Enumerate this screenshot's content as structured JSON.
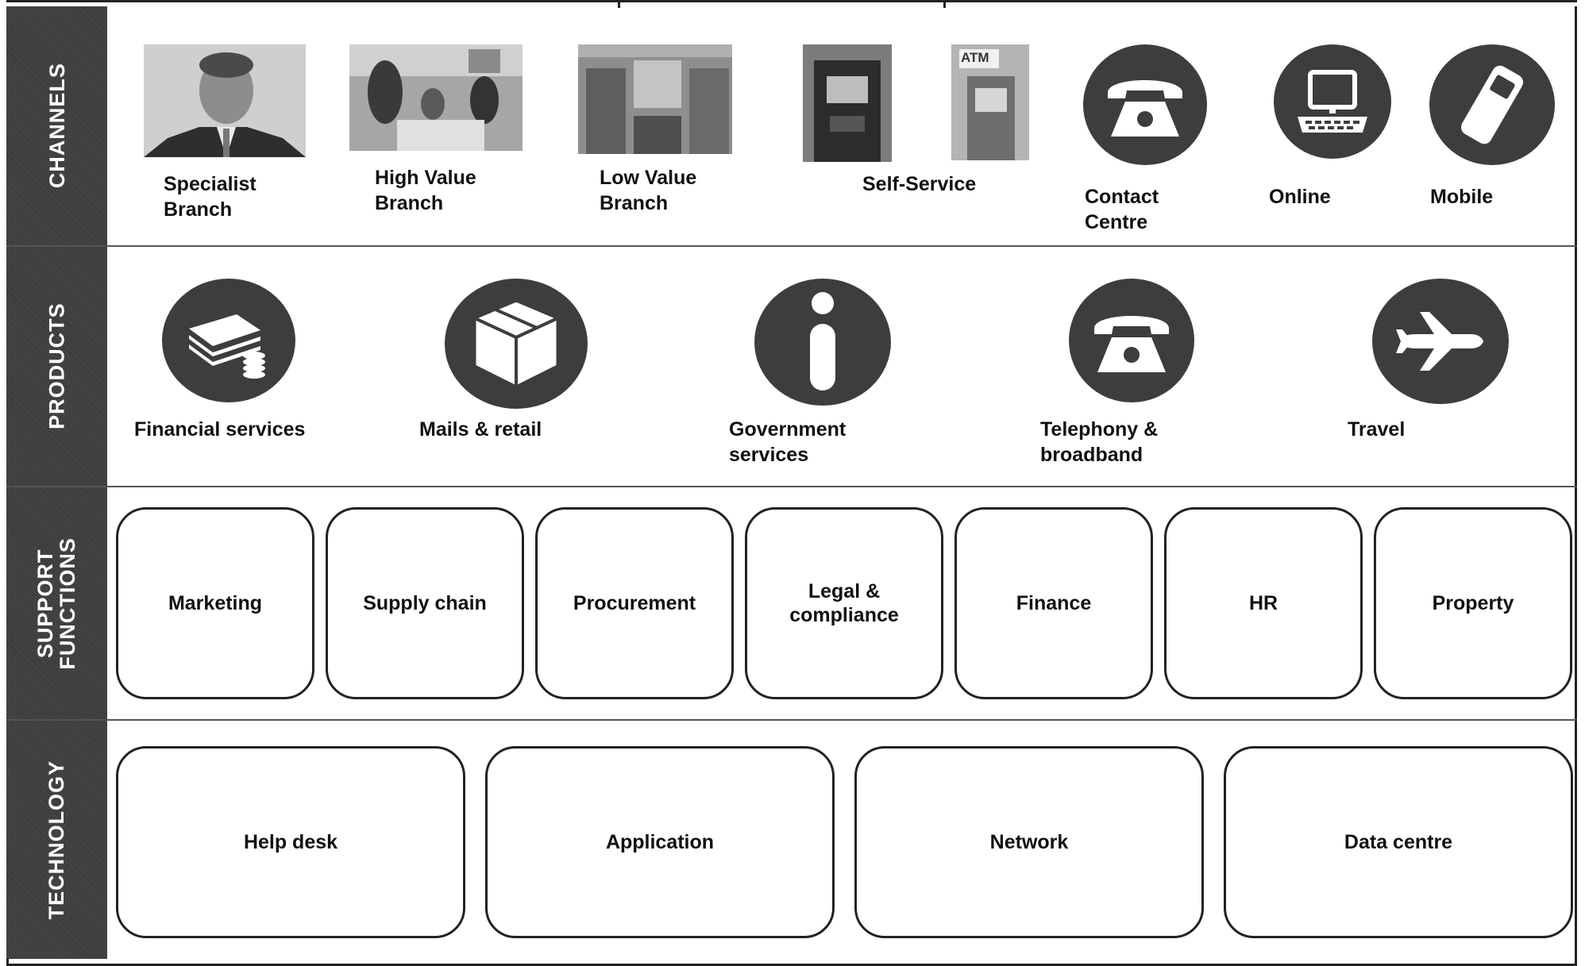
{
  "bands": {
    "channels": {
      "label": "CHANNELS"
    },
    "products": {
      "label": "PRODUCTS"
    },
    "support": {
      "label": "SUPPORT\nFUNCTIONS"
    },
    "technology": {
      "label": "TECHNOLOGY"
    }
  },
  "channels": [
    {
      "label": "Specialist\nBranch",
      "icon": "specialist-branch-photo"
    },
    {
      "label": "High Value\nBranch",
      "icon": "high-value-branch-photo"
    },
    {
      "label": "Low Value\nBranch",
      "icon": "low-value-branch-photo"
    },
    {
      "label": "Self-Service",
      "icon": "self-service-kiosk-photo",
      "atm_sign": "ATM"
    },
    {
      "label": "Contact\nCentre",
      "icon": "telephone-icon"
    },
    {
      "label": "Online",
      "icon": "computer-icon"
    },
    {
      "label": "Mobile",
      "icon": "mobile-phone-icon"
    }
  ],
  "products": [
    {
      "label": "Financial services",
      "icon": "cards-coins-icon"
    },
    {
      "label": "Mails & retail",
      "icon": "parcel-box-icon"
    },
    {
      "label": "Government\nservices",
      "icon": "info-icon"
    },
    {
      "label": "Telephony &\nbroadband",
      "icon": "telephone-icon"
    },
    {
      "label": "Travel",
      "icon": "airplane-icon"
    }
  ],
  "support_functions": [
    {
      "label": "Marketing"
    },
    {
      "label": "Supply chain"
    },
    {
      "label": "Procurement"
    },
    {
      "label": "Legal &\ncompliance"
    },
    {
      "label": "Finance"
    },
    {
      "label": "HR"
    },
    {
      "label": "Property"
    }
  ],
  "technology": [
    {
      "label": "Help desk"
    },
    {
      "label": "Application"
    },
    {
      "label": "Network"
    },
    {
      "label": "Data centre"
    }
  ],
  "colors": {
    "band_side": "#3a3a3a",
    "icon_fill": "#3d3d3d",
    "line": "#222222"
  }
}
